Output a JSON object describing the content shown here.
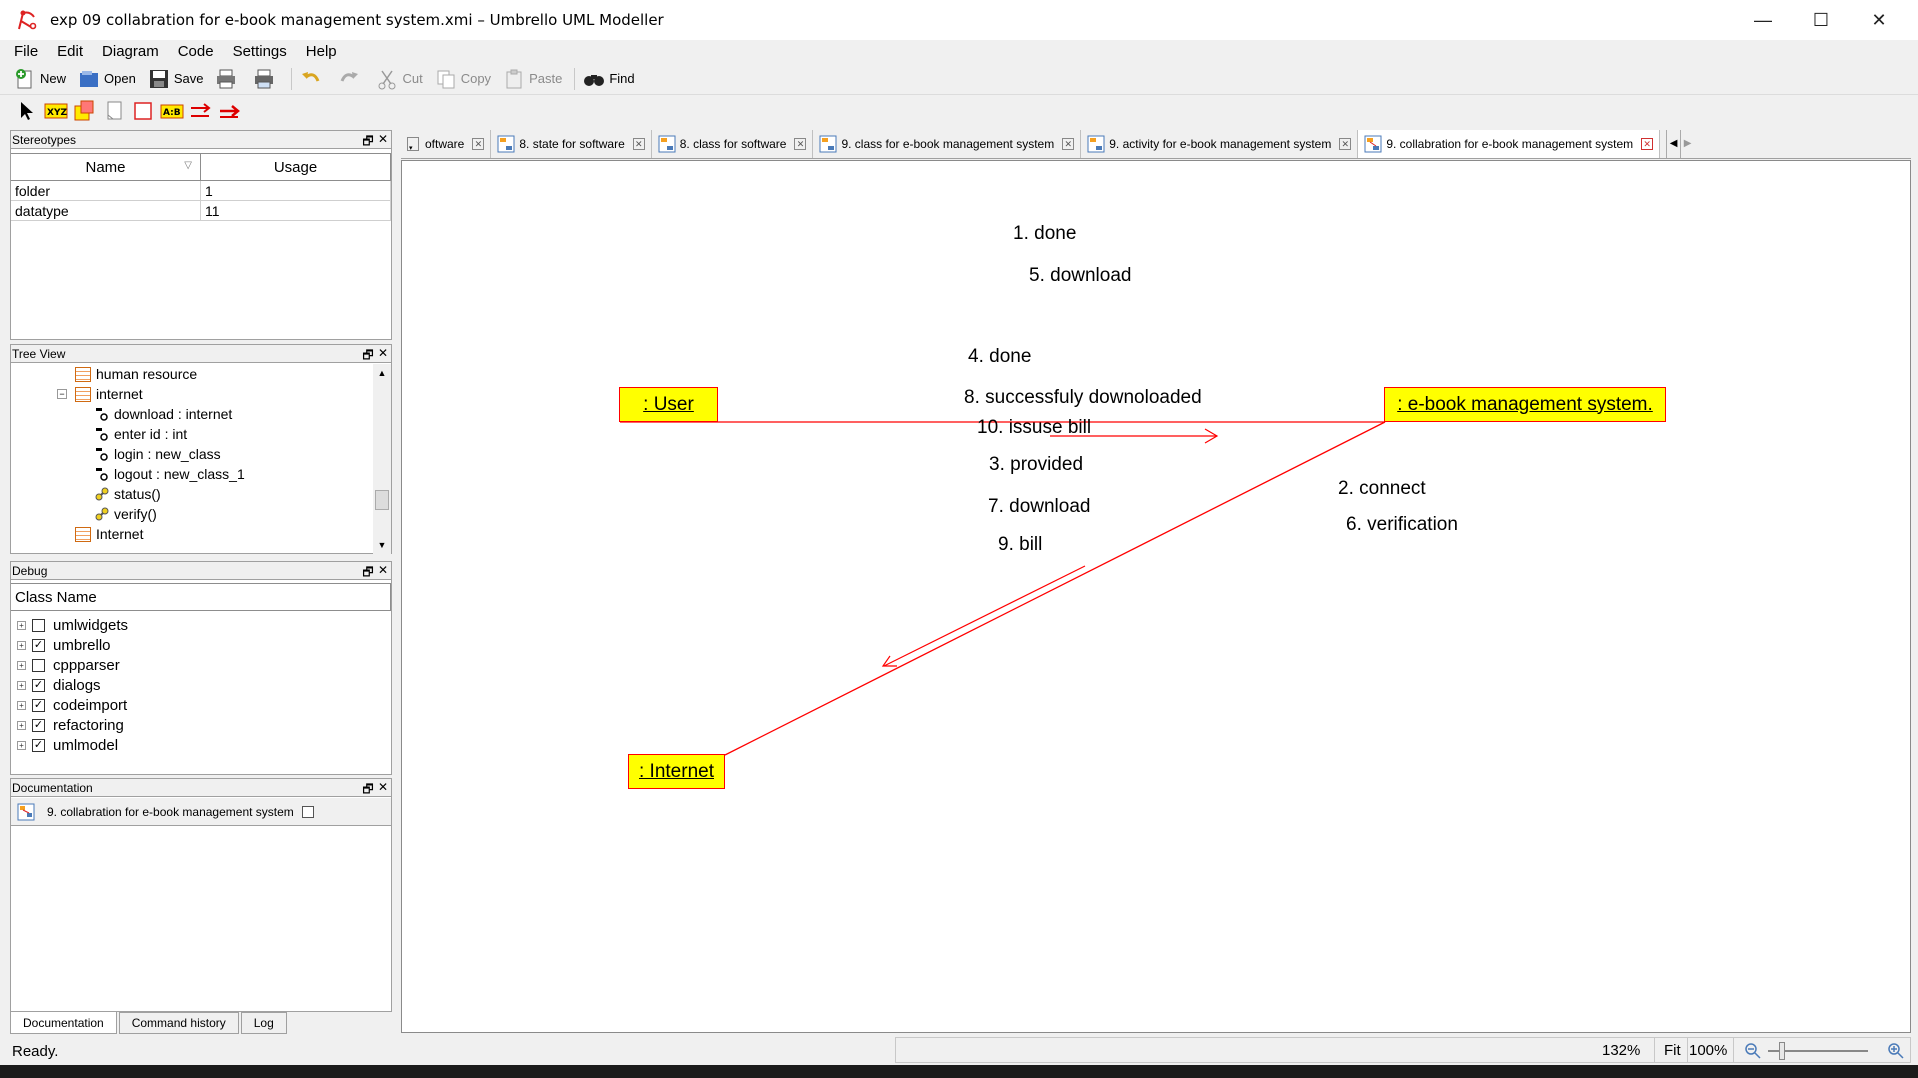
{
  "window": {
    "title": "exp 09 collabration for e-book management system.xmi – Umbrello UML Modeller",
    "minimize": "—",
    "maximize": "☐",
    "close": "✕"
  },
  "menu": {
    "file": "File",
    "edit": "Edit",
    "diagram": "Diagram",
    "code": "Code",
    "settings": "Settings",
    "help": "Help"
  },
  "toolbar": {
    "new": "New",
    "open": "Open",
    "save": "Save",
    "cut": "Cut",
    "copy": "Copy",
    "paste": "Paste",
    "find": "Find"
  },
  "stereotypes": {
    "title": "Stereotypes",
    "col_name": "Name",
    "col_usage": "Usage",
    "rows": [
      {
        "name": "folder",
        "usage": "1"
      },
      {
        "name": "datatype",
        "usage": "11"
      }
    ]
  },
  "tree": {
    "title": "Tree View",
    "items": [
      {
        "label": "human resource"
      },
      {
        "label": "internet"
      },
      {
        "label": "download : internet"
      },
      {
        "label": "enter id : int"
      },
      {
        "label": "login : new_class"
      },
      {
        "label": "logout : new_class_1"
      },
      {
        "label": "status()"
      },
      {
        "label": "verify()"
      },
      {
        "label": "Internet"
      }
    ]
  },
  "debug": {
    "title": "Debug",
    "col": "Class Name",
    "items": [
      {
        "label": "umlwidgets",
        "checked": false
      },
      {
        "label": "umbrello",
        "checked": true
      },
      {
        "label": "cppparser",
        "checked": false
      },
      {
        "label": "dialogs",
        "checked": true
      },
      {
        "label": "codeimport",
        "checked": true
      },
      {
        "label": "refactoring",
        "checked": true
      },
      {
        "label": "umlmodel",
        "checked": true
      }
    ]
  },
  "documentation": {
    "title": "Documentation",
    "diagram_name": "9. collabration for e-book management system",
    "tabs": [
      "Documentation",
      "Command history",
      "Log"
    ]
  },
  "tabs": [
    {
      "label": "oftware"
    },
    {
      "label": "8. state for software"
    },
    {
      "label": "8. class for software"
    },
    {
      "label": "9. class for e-book management system"
    },
    {
      "label": "9. activity for e-book management system"
    },
    {
      "label": "9. collabration for e-book management system"
    }
  ],
  "diagram": {
    "objects": {
      "user": ": User",
      "system": ": e-book management system.",
      "internet": ": Internet"
    },
    "messages": {
      "m1": "1. done",
      "m5": "5. download",
      "m4": "4. done",
      "m8": "8. successfuly downoloaded",
      "m10": "10. issuse bill",
      "m3": "3. provided",
      "m7": "7. download",
      "m9": "9. bill",
      "m2": "2. connect",
      "m6": "6. verification"
    },
    "line_color": "#ff0000",
    "object_fill": "#ffff00"
  },
  "status": {
    "text": "Ready.",
    "zoom": "132%",
    "fit": "Fit",
    "hundred": "100%"
  }
}
